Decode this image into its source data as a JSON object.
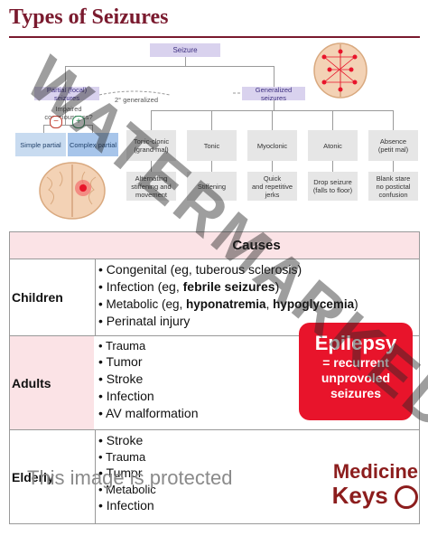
{
  "title": "Types of Seizures",
  "diagram": {
    "root": "Seizure",
    "partial": "Partial (focal) seizures",
    "generalized": "Generalized seizures",
    "second_generalized": "2° generalized",
    "impaired_q": "Impaired consciousness?",
    "minus": "−",
    "plus": "+",
    "simple": "Simple partial",
    "complex": "Complex partial",
    "types": [
      {
        "name": "Tonic-clonic\n(grand mal)",
        "desc": "Alternating\nstiffening and\nmovement"
      },
      {
        "name": "Tonic",
        "desc": "Stiffening"
      },
      {
        "name": "Myoclonic",
        "desc": "Quick\nand repetitive\njerks"
      },
      {
        "name": "Atonic",
        "desc": "Drop seizure\n(falls to floor)"
      },
      {
        "name": "Absence\n(petit mal)",
        "desc": "Blank stare\nno postictal\nconfusion"
      }
    ]
  },
  "table": {
    "header": "Causes",
    "rows": [
      {
        "label": "Children"
      },
      {
        "label": "Adults",
        "items": [
          "Trauma",
          "Tumor",
          "Stroke",
          "Infection",
          "AV malformation"
        ]
      },
      {
        "label": "Elderly",
        "items": [
          "Stroke",
          "Trauma",
          "Tumor",
          "Metabolic",
          "Infection"
        ]
      }
    ],
    "children": {
      "item1": "Congenital (eg, tuberous sclerosis)",
      "item2_pre": "Infection (eg, ",
      "item2_bold": "febrile seizures",
      "item2_post": ")",
      "item3_pre": "Metabolic (eg, ",
      "item3_bold1": "hyponatremia",
      "item3_mid": ", ",
      "item3_bold2": "hypoglycemia",
      "item3_post": ")",
      "item4": "Perinatal injury"
    }
  },
  "callout": {
    "title": "Epilepsy",
    "line1": "= recurrent",
    "line2": "unprovoled",
    "line3": "seizures"
  },
  "watermark": {
    "protected": "This image is protected",
    "big": "WATERMARKED",
    "brand_top": "Medicine",
    "brand_bottom": "Keys"
  },
  "colors": {
    "title": "#7a1a2e",
    "callout": "#e8142b",
    "purple_box": "#d9d2ee",
    "blue_box": "#c8dbf0",
    "category_box": "#e6e6e6",
    "row_highlight": "#fbe3e6"
  }
}
